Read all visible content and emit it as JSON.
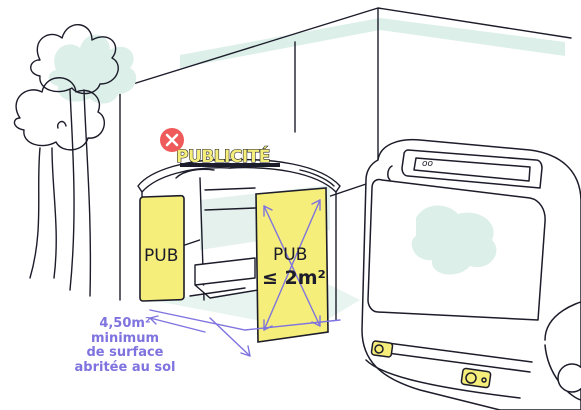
{
  "sign": {
    "text": "PUBLICITÉ",
    "status_icon": "x-circle-icon",
    "status_color": "#ef5a5a"
  },
  "left_panel": {
    "text": "PUB"
  },
  "right_panel": {
    "line1": "PUB",
    "line2": "≤ 2m²"
  },
  "bus": {
    "destination_text": "oo"
  },
  "caption": {
    "line1": "4,50m²",
    "line2": "minimum",
    "line3": "de surface",
    "line4": "abritée au sol"
  },
  "colors": {
    "ink": "#1c1c2a",
    "panel_yellow": "#f6ee7a",
    "measure_purple": "#7e73df",
    "shadow_teal": "#d9ede6",
    "alert_red": "#ef5a5a"
  }
}
